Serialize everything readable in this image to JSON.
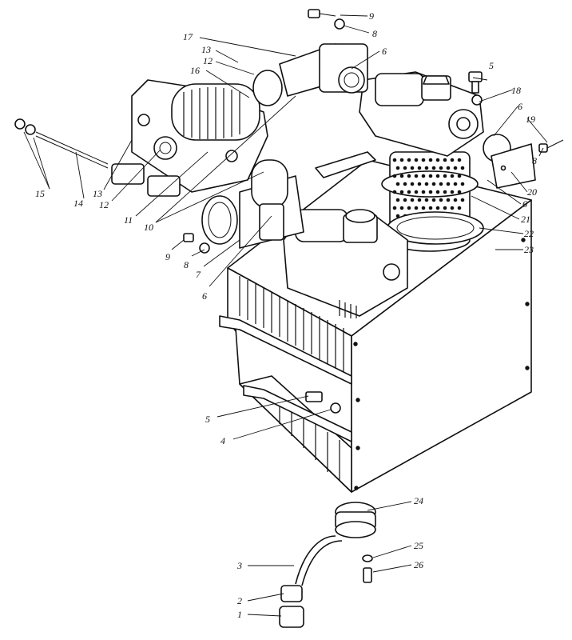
{
  "callouts": [
    {
      "id": "c-9-top",
      "text": "9"
    },
    {
      "id": "c-8-top",
      "text": "8"
    },
    {
      "id": "c-17",
      "text": "17"
    },
    {
      "id": "c-13-top",
      "text": "13"
    },
    {
      "id": "c-12-top",
      "text": "12"
    },
    {
      "id": "c-16",
      "text": "16"
    },
    {
      "id": "c-6-top",
      "text": "6"
    },
    {
      "id": "c-5-top",
      "text": "5"
    },
    {
      "id": "c-18",
      "text": "18"
    },
    {
      "id": "c-6-right",
      "text": "6"
    },
    {
      "id": "c-19",
      "text": "19"
    },
    {
      "id": "c-8-right",
      "text": "8"
    },
    {
      "id": "c-20",
      "text": "20"
    },
    {
      "id": "c-6-right2",
      "text": "6"
    },
    {
      "id": "c-21",
      "text": "21"
    },
    {
      "id": "c-22",
      "text": "22"
    },
    {
      "id": "c-23",
      "text": "23"
    },
    {
      "id": "c-15",
      "text": "15"
    },
    {
      "id": "c-14",
      "text": "14"
    },
    {
      "id": "c-13-mid",
      "text": "13"
    },
    {
      "id": "c-12-mid",
      "text": "12"
    },
    {
      "id": "c-11",
      "text": "11"
    },
    {
      "id": "c-10",
      "text": "10"
    },
    {
      "id": "c-9-mid",
      "text": "9"
    },
    {
      "id": "c-8-mid",
      "text": "8"
    },
    {
      "id": "c-7",
      "text": "7"
    },
    {
      "id": "c-6-mid",
      "text": "6"
    },
    {
      "id": "c-5-low",
      "text": "5"
    },
    {
      "id": "c-4",
      "text": "4"
    },
    {
      "id": "c-24",
      "text": "24"
    },
    {
      "id": "c-25",
      "text": "25"
    },
    {
      "id": "c-26",
      "text": "26"
    },
    {
      "id": "c-3",
      "text": "3"
    },
    {
      "id": "c-2",
      "text": "2"
    },
    {
      "id": "c-1",
      "text": "1"
    }
  ]
}
